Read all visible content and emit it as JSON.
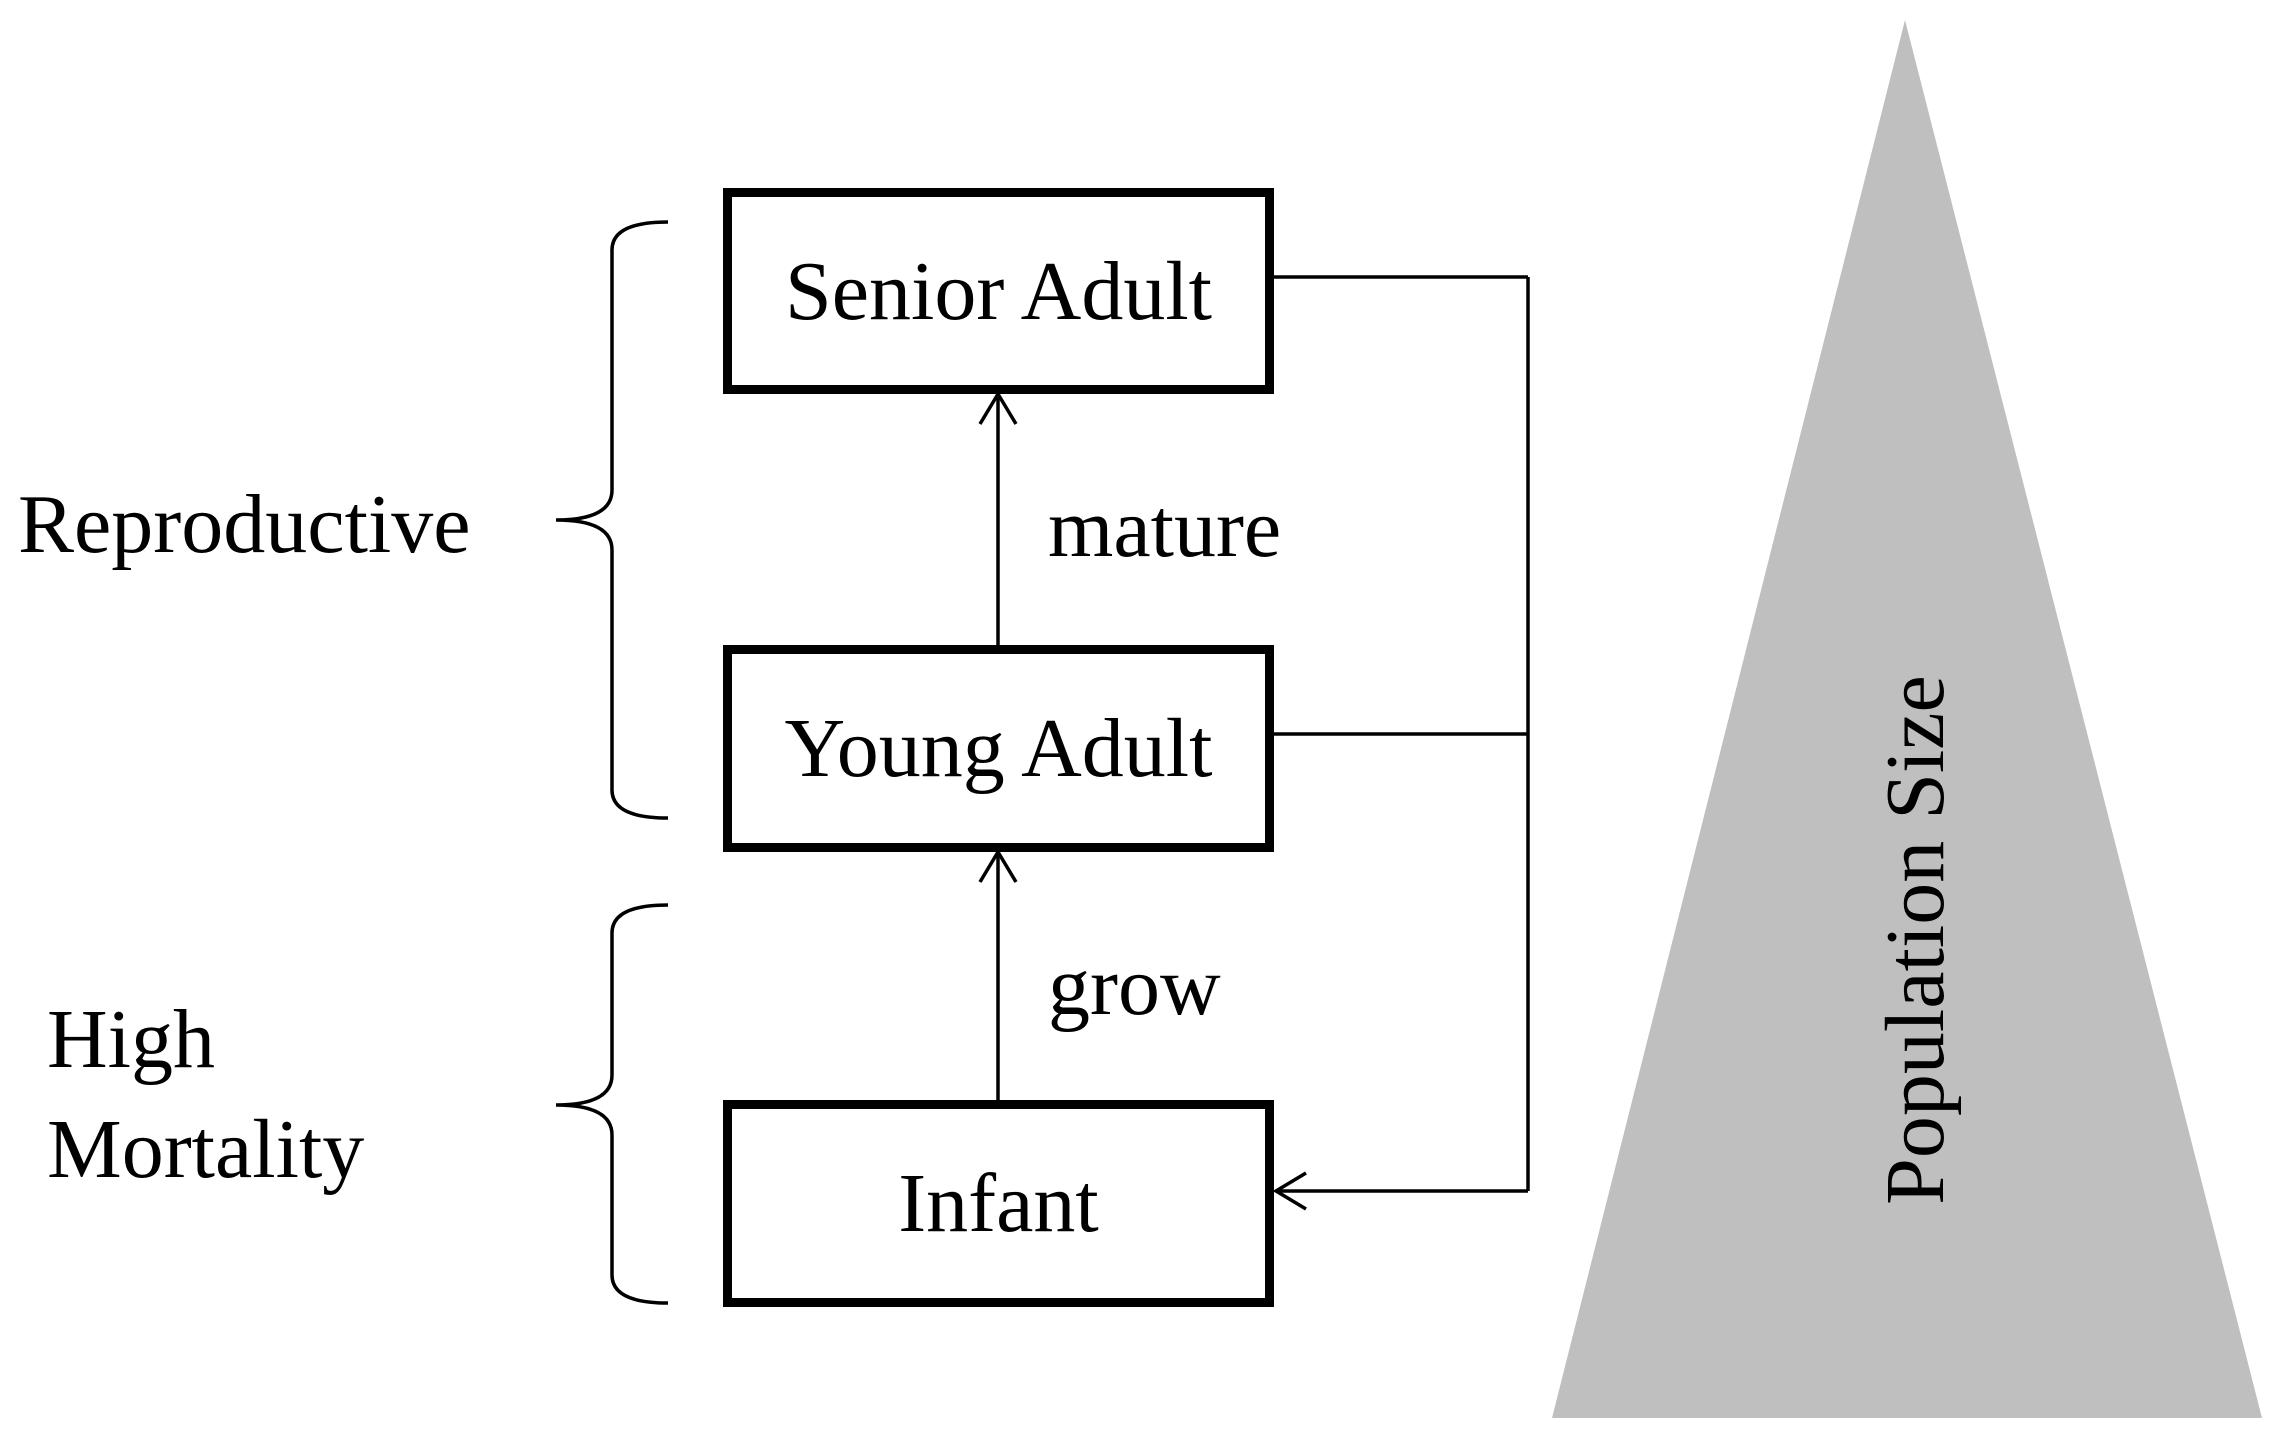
{
  "stages": {
    "senior_adult": "Senior Adult",
    "young_adult": "Young Adult",
    "infant": "Infant"
  },
  "transitions": {
    "mature": "mature",
    "grow": "grow"
  },
  "groups": {
    "reproductive": "Reproductive",
    "high_mortality_line1": "High",
    "high_mortality_line2": "Mortality"
  },
  "pyramid": {
    "label": "Population Size",
    "fill_color": "#bfbfbf"
  }
}
